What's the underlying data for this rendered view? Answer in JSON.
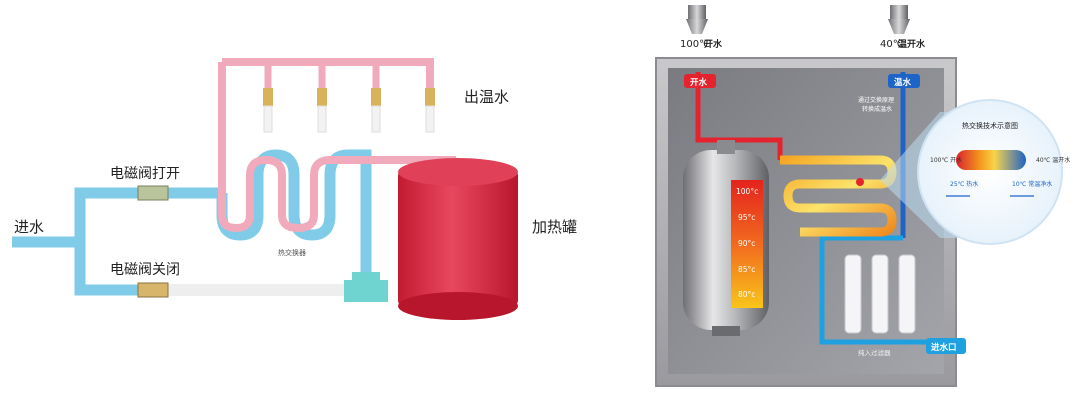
{
  "left_diagram": {
    "inlet_label": "进水",
    "valve_open_label": "电磁阀打开",
    "valve_closed_label": "电磁阀关闭",
    "outlet_label": "出温水",
    "tank_label": "加热罐",
    "exchanger_label": "热交换器"
  },
  "right_diagram": {
    "top_boiling": {
      "temp": "100℃",
      "label": "开水"
    },
    "top_warm": {
      "temp": "40℃",
      "label": "温开水"
    },
    "boiling_tag": "开水",
    "warm_tag": "温水",
    "exchange_note_line1": "通过交换原理",
    "exchange_note_line2": "转换成温水",
    "tank_temps": [
      "100°c",
      "95°c",
      "90°c",
      "85°c",
      "80°c"
    ],
    "filter_label": "纯入过滤器",
    "inlet_tag": "进水口",
    "callout": {
      "title": "热交换技术示意图",
      "left_top": "100℃ 开水",
      "right_top": "40℃ 温开水",
      "left_bottom": "25℃ 热水",
      "right_bottom": "10℃ 常温净水"
    }
  },
  "colors": {
    "cold_pipe": "#7fcbe8",
    "hot_pipe": "#f1aabb",
    "tank_red": "#d4213d",
    "blue_tag": "#1e63c8",
    "red_tag": "#e5232e"
  }
}
